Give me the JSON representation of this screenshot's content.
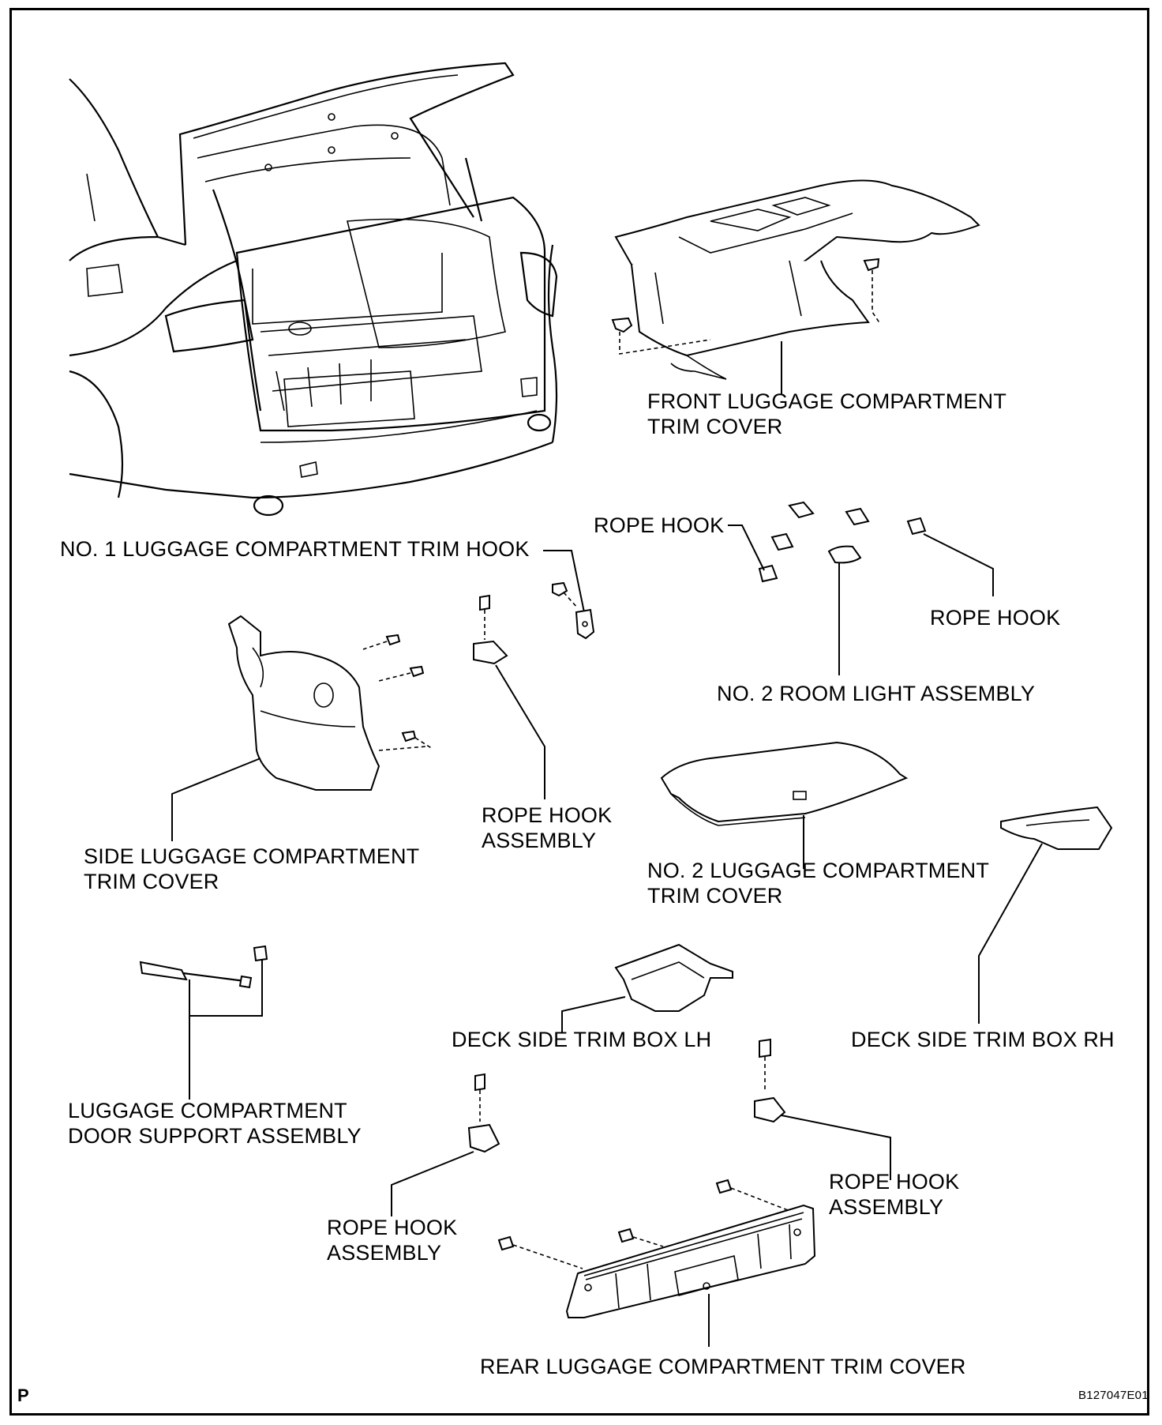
{
  "labels": {
    "front_trim_cover_1": "FRONT LUGGAGE COMPARTMENT",
    "front_trim_cover_2": "TRIM COVER",
    "no1_trim_hook": "NO. 1 LUGGAGE COMPARTMENT TRIM HOOK",
    "rope_hook_top_left": "ROPE HOOK",
    "rope_hook_top_right": "ROPE HOOK",
    "no2_room_light": "NO. 2 ROOM LIGHT ASSEMBLY",
    "rope_hook_assy_mid_1": "ROPE HOOK",
    "rope_hook_assy_mid_2": "ASSEMBLY",
    "side_trim_cover_1": "SIDE LUGGAGE COMPARTMENT",
    "side_trim_cover_2": "TRIM COVER",
    "no2_trim_cover_1": "NO. 2 LUGGAGE COMPARTMENT",
    "no2_trim_cover_2": "TRIM COVER",
    "door_support_1": "LUGGAGE COMPARTMENT",
    "door_support_2": "DOOR SUPPORT ASSEMBLY",
    "deck_box_lh": "DECK SIDE TRIM BOX LH",
    "deck_box_rh": "DECK SIDE TRIM BOX RH",
    "rope_hook_assy_left_1": "ROPE HOOK",
    "rope_hook_assy_left_2": "ASSEMBLY",
    "rope_hook_assy_right_1": "ROPE HOOK",
    "rope_hook_assy_right_2": "ASSEMBLY",
    "rear_trim_cover": "REAR LUGGAGE COMPARTMENT TRIM COVER"
  },
  "corner_mark": "P",
  "figure_id": "B127047E01"
}
